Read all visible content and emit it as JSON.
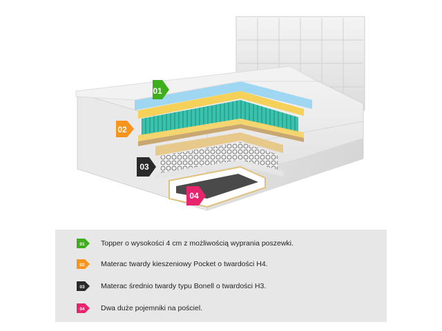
{
  "colors": {
    "green": "#3fae1d",
    "orange": "#f7941d",
    "black": "#2a2a2a",
    "pink": "#e8246e",
    "panel": "#e7e7e7",
    "topper_blue": "#9fd7f2",
    "spring_teal": "#3fc9b5",
    "foam_yellow": "#f6d15a"
  },
  "layers": [
    {
      "number": "01",
      "color_key": "green",
      "icon": "chevron-badge-icon",
      "description": "Topper o wysokości 4 cm z możliwością wyprania poszewki."
    },
    {
      "number": "02",
      "color_key": "orange",
      "icon": "chevron-badge-icon",
      "description": "Materac twardy kieszeniowy Pocket o twardości H4."
    },
    {
      "number": "03",
      "color_key": "black",
      "icon": "chevron-badge-icon",
      "description": "Materac średnio twardy typu Bonell o twardości H3."
    },
    {
      "number": "04",
      "color_key": "pink",
      "icon": "chevron-badge-icon",
      "description": "Dwa duże pojemniki na pościel."
    }
  ]
}
